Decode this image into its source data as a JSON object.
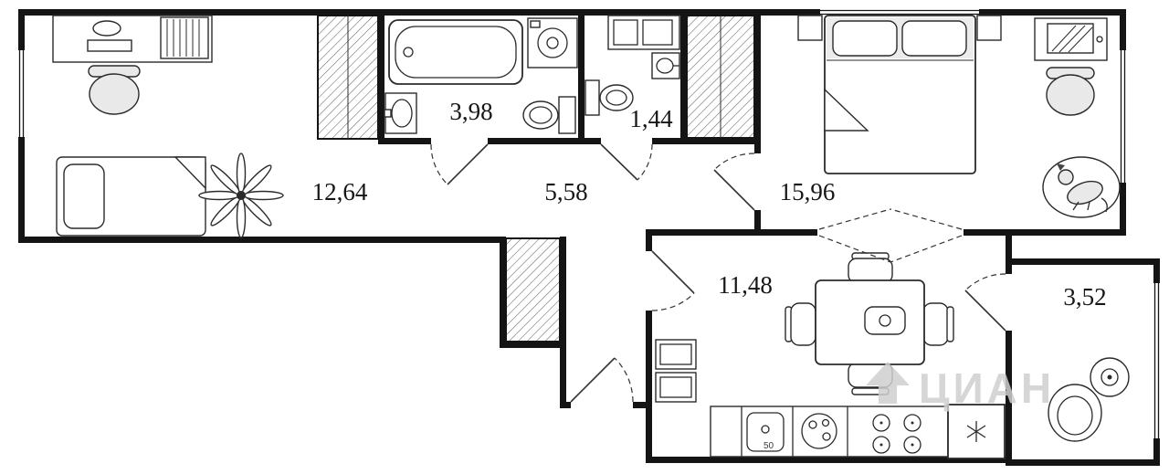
{
  "plan": {
    "rooms": [
      {
        "key": "living-room",
        "area": "12,64"
      },
      {
        "key": "bathroom",
        "area": "3,98"
      },
      {
        "key": "wc",
        "area": "1,44"
      },
      {
        "key": "hallway",
        "area": "5,58"
      },
      {
        "key": "bedroom",
        "area": "15,96"
      },
      {
        "key": "kitchen-living",
        "area": "11,48"
      },
      {
        "key": "balcony",
        "area": "3,52"
      }
    ],
    "labels": {
      "kitchen_unit": "50"
    },
    "watermark": {
      "text": "ЦИАН"
    },
    "colors": {
      "wall": "#141414",
      "furniture_line": "#2b2b2b",
      "light_fill": "#e9e9e9",
      "watermark": "#cfcfcf",
      "background": "#ffffff"
    }
  }
}
